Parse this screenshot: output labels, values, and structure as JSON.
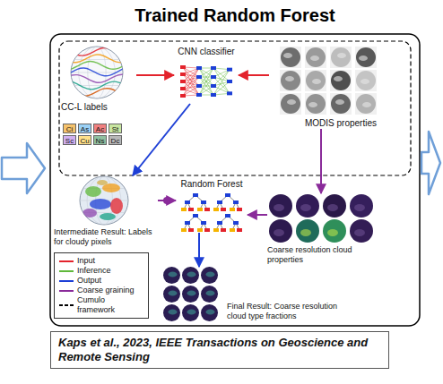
{
  "diagram": {
    "title": "Trained Random Forest",
    "caption": "Kaps et al., 2023, IEEE Transactions on Geoscience and Remote Sensing",
    "nodes": [
      {
        "text": [
          "CC-L labels"
        ]
      },
      {
        "text": [
          "CNN classifier"
        ]
      },
      {
        "text": [
          "MODIS properties"
        ]
      },
      {
        "text": [
          "Intermediate Result: Labels for cloudy pixels"
        ]
      },
      {
        "text": [
          "Random Forest"
        ]
      },
      {
        "text": [
          "Coarse resolution cloud properties"
        ]
      },
      {
        "text": [
          "Final Result: Coarse resolution cloud type fractions"
        ]
      }
    ],
    "edges": [
      {
        "from": 0,
        "to": 1,
        "arrow": "to"
      },
      {
        "from": 2,
        "to": 1,
        "arrow": "to"
      },
      {
        "from": 1,
        "to": 3,
        "arrow": "to"
      },
      {
        "from": 3,
        "to": 4,
        "arrow": "to"
      },
      {
        "from": 2,
        "to": 5,
        "arrow": "to"
      },
      {
        "from": 5,
        "to": 4,
        "arrow": "to"
      },
      {
        "from": 4,
        "to": 6,
        "arrow": "to"
      }
    ],
    "labels": [
      "Ci",
      "As",
      "Ac",
      "St",
      "Sc",
      "Cu",
      "Ns",
      "Dc"
    ],
    "legend": [
      {
        "text": "Input"
      },
      {
        "text": "Inference"
      },
      {
        "text": "Output"
      },
      {
        "text": "Coarse graining"
      },
      {
        "text": "Cumulo framework"
      }
    ]
  }
}
